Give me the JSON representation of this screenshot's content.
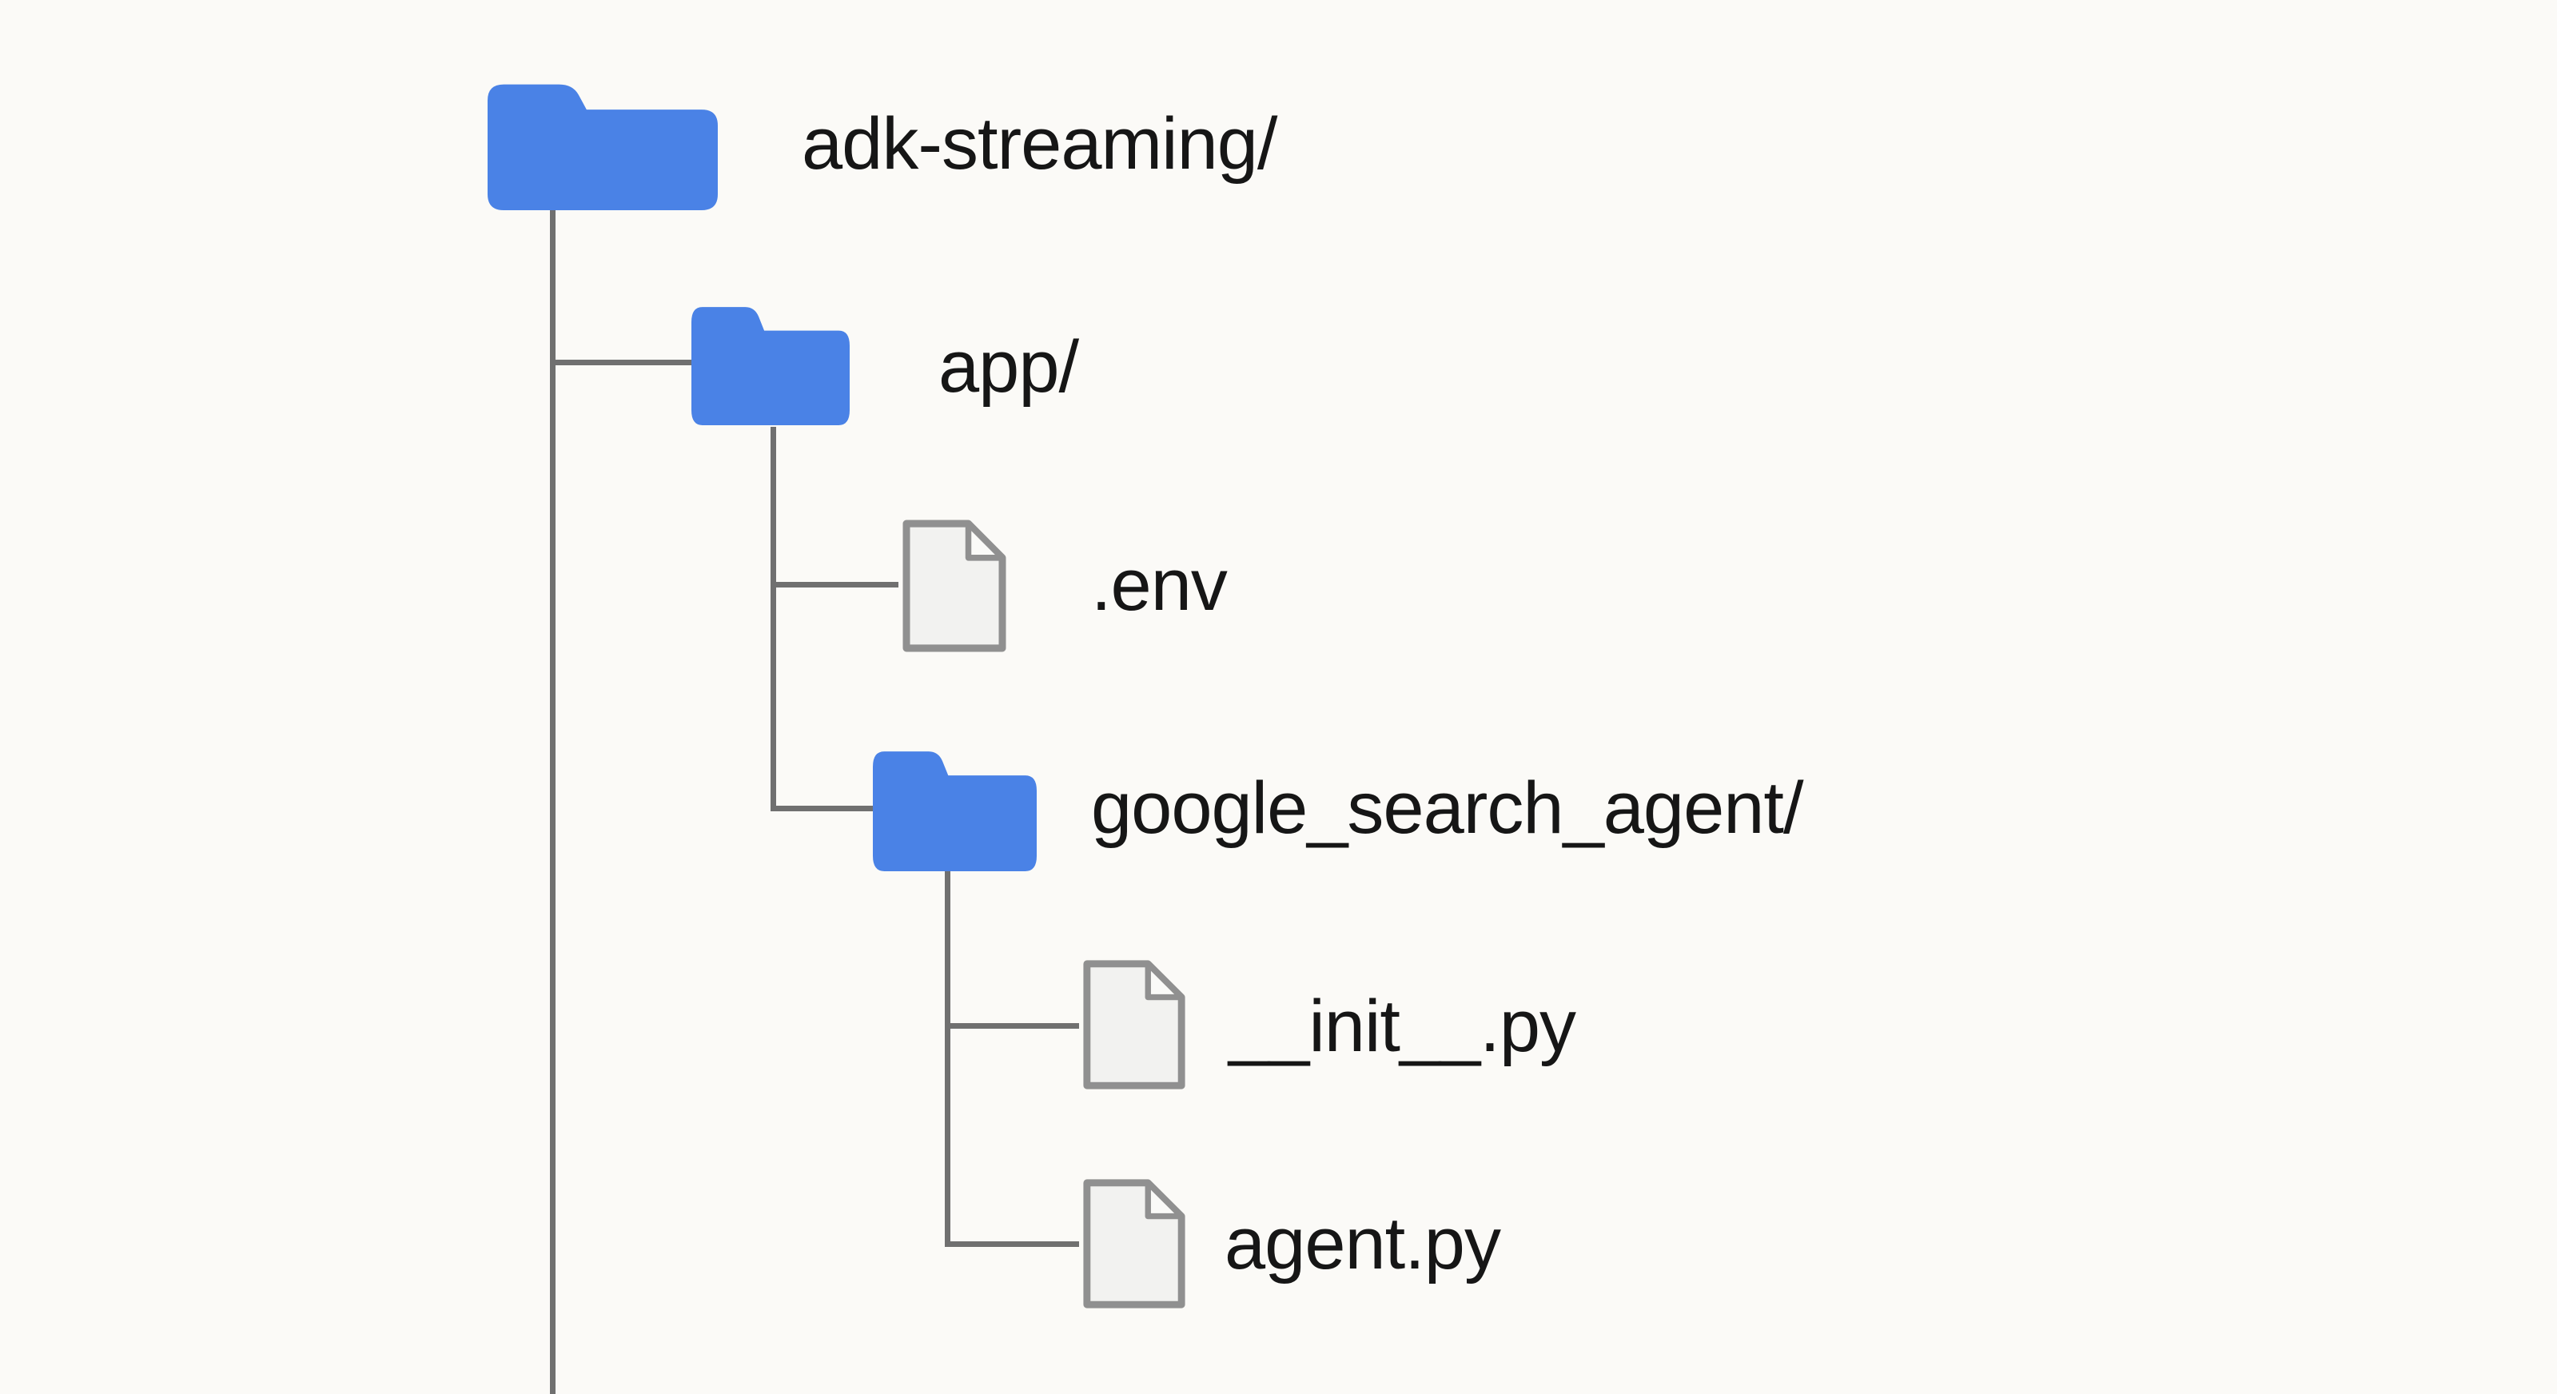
{
  "diagram": {
    "title": "project directory tree",
    "type": "file-tree"
  },
  "colors": {
    "background": "#fbfaf7",
    "folder_blue": "#4a82e6",
    "connector_gray": "#707070",
    "file_outline_gray": "#909090",
    "file_fill": "#f2f2f0",
    "file_fold_fill": "#fafaf8",
    "label_text": "#161616"
  },
  "tree": {
    "nodes": [
      {
        "id": "root",
        "label": "adk-streaming/",
        "type": "folder",
        "depth": 0,
        "icon": "folder-icon"
      },
      {
        "id": "app",
        "label": "app/",
        "type": "folder",
        "depth": 1,
        "icon": "folder-icon"
      },
      {
        "id": "env",
        "label": ".env",
        "type": "file",
        "depth": 2,
        "icon": "file-icon"
      },
      {
        "id": "gsa",
        "label": "google_search_agent/",
        "type": "folder",
        "depth": 2,
        "icon": "folder-icon"
      },
      {
        "id": "init",
        "label": "__init__.py",
        "type": "file",
        "depth": 3,
        "icon": "file-icon"
      },
      {
        "id": "agent",
        "label": "agent.py",
        "type": "file",
        "depth": 3,
        "icon": "file-icon"
      }
    ]
  }
}
